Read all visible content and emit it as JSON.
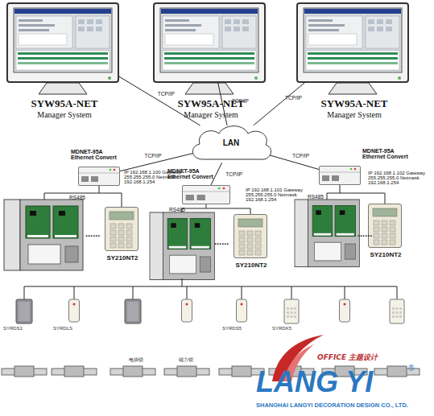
{
  "diagram": {
    "nodes": [
      {
        "text": [
          "SYW95A-NET",
          "Manager System"
        ]
      },
      {
        "text": [
          "SYW95A-NET",
          "Manager System"
        ]
      },
      {
        "text": [
          "SYW95A-NET",
          "Manager System"
        ]
      },
      {
        "text": [
          "LAN"
        ]
      },
      {
        "text": [
          "MDNET-95A Ethernet Convert",
          "IP 192.168.1.100 Gateway 255.255.255.0 Netmask 192.168.1.254"
        ]
      },
      {
        "text": [
          "MDNET-95A Ethernet Convert",
          "IP 192.168.1.101 Gateway 255.255.255.0 Netmask 192.168.1.254"
        ]
      },
      {
        "text": [
          "MDNET-95A Ethernet Convert",
          "IP 192.168.1.102 Gateway 255.255.255.0 Netmask 192.168.1.254"
        ]
      },
      {
        "text": [
          "SY210NT2"
        ]
      },
      {
        "text": [
          "SY210NT2"
        ]
      },
      {
        "text": [
          "SY210NT2"
        ]
      }
    ],
    "edges": [
      {
        "from": 0,
        "to": 3,
        "label": "TCP/IP",
        "arrow": "none"
      },
      {
        "from": 1,
        "to": 3,
        "label": "TCP/IP",
        "arrow": "none"
      },
      {
        "from": 2,
        "to": 3,
        "label": "TCP/IP",
        "arrow": "none"
      },
      {
        "from": 3,
        "to": 4,
        "label": "TCP/IP",
        "arrow": "none"
      },
      {
        "from": 3,
        "to": 5,
        "label": "TCP/IP",
        "arrow": "none"
      },
      {
        "from": 3,
        "to": 6,
        "label": "TCP/IP",
        "arrow": "none"
      },
      {
        "from": 4,
        "to": 7,
        "label": "RS485",
        "arrow": "none"
      },
      {
        "from": 5,
        "to": 8,
        "label": "RS485",
        "arrow": "none"
      },
      {
        "from": 6,
        "to": 9,
        "label": "RS485",
        "arrow": "none"
      }
    ],
    "labels": [
      "......",
      "......",
      "......",
      "SYRDS1",
      "SYRDLS",
      "电插锁",
      "磁力锁",
      "SYRDS5",
      "SYRDK5",
      "OFFICE 主题设计",
      "LANG YI",
      "®",
      "SHANGHAI LANGYI DECORATION DESIGN CO., LTD."
    ]
  }
}
